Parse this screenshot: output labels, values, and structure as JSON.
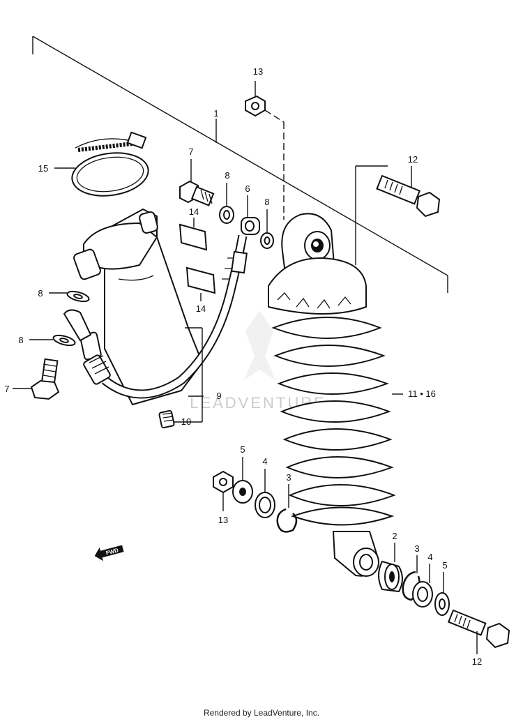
{
  "diagram": {
    "callouts": [
      {
        "id": "c1",
        "text": "1"
      },
      {
        "id": "c13a",
        "text": "13"
      },
      {
        "id": "c15",
        "text": "15"
      },
      {
        "id": "c7a",
        "text": "7"
      },
      {
        "id": "c8a",
        "text": "8"
      },
      {
        "id": "c6",
        "text": "6"
      },
      {
        "id": "c8b",
        "text": "8"
      },
      {
        "id": "c12a",
        "text": "12"
      },
      {
        "id": "c14a",
        "text": "14"
      },
      {
        "id": "c14b",
        "text": "14"
      },
      {
        "id": "c8c",
        "text": "8"
      },
      {
        "id": "c8d",
        "text": "8"
      },
      {
        "id": "c7b",
        "text": "7"
      },
      {
        "id": "c9",
        "text": "9"
      },
      {
        "id": "c10",
        "text": "10"
      },
      {
        "id": "c1116",
        "text": "11 • 16"
      },
      {
        "id": "c5a",
        "text": "5"
      },
      {
        "id": "c4a",
        "text": "4"
      },
      {
        "id": "c3a",
        "text": "3"
      },
      {
        "id": "c13b",
        "text": "13"
      },
      {
        "id": "c2",
        "text": "2"
      },
      {
        "id": "c3b",
        "text": "3"
      },
      {
        "id": "c4b",
        "text": "4"
      },
      {
        "id": "c5b",
        "text": "5"
      },
      {
        "id": "c12b",
        "text": "12"
      }
    ],
    "fwd_label": "FWD",
    "watermark": "LEADVENTURE",
    "footer": "Rendered by LeadVenture, Inc."
  }
}
